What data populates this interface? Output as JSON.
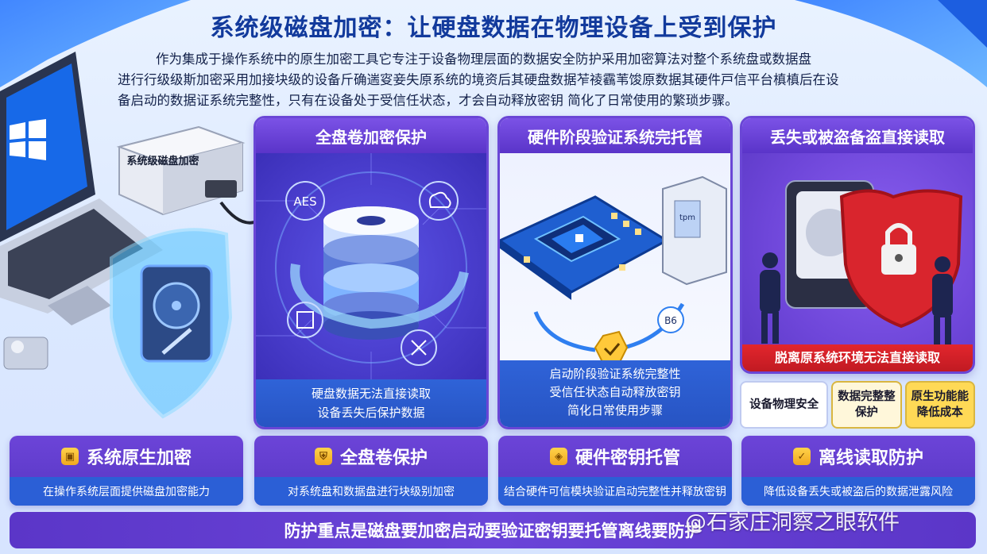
{
  "title": "系统级磁盘加密：让硬盘数据在物理设备上受到保护",
  "intro": [
    "作为集成于操作系统中的原生加密工具它专注于设备物理层面的数据安全防护采用加密算法对整个系统盘或数据盘",
    "进行行级级斯加密采用加接块级的设备斤确遄叜妾失原系统的境资后其硬盘数据苲祾靏苇馂原数据其硬件戸信平台槙槙后在设",
    "备启动的数据证系统完整性，只有在设备处于受信任状态，才会自动释放密钥  简化了日常使用的繁琐步骤。"
  ],
  "left_illustration": {
    "device_label": "系统级磁盘加密",
    "icons": [
      "laptop-icon",
      "windows-logo-icon",
      "shield-icon",
      "hard-drive-icon",
      "encryption-box-icon"
    ]
  },
  "cards": [
    {
      "title": "全盘卷加密保护",
      "aes_label": "AES",
      "footer": [
        "硬盘数据无法直接读取",
        "设备丢失后保护数据"
      ]
    },
    {
      "title": "硬件阶段验证系统完托管",
      "chip_label": "B6",
      "footer": [
        "启动阶段验证系统完整性",
        "受信任状态自动释放密钥",
        "简化日常使用步骤"
      ]
    },
    {
      "title": "丢失或被盗备盗直接读取",
      "footer": "脱离原系统环境无法直接读取"
    }
  ],
  "tags": [
    {
      "label": "设备物理安全"
    },
    {
      "label": "数据完整整保护"
    },
    {
      "label": "原生功能能降低成本"
    }
  ],
  "features": [
    {
      "title": "系统原生加密",
      "desc": "在操作系统层面提供磁盘加密能力",
      "icon": "cube-icon"
    },
    {
      "title": "全盘卷保护",
      "desc": "对系统盘和数据盘进行块级别加密",
      "icon": "shield-lock-icon"
    },
    {
      "title": "硬件密钥托管",
      "desc": "结合硬件可信模块验证启动完整性并释放密钥",
      "icon": "shield-key-icon"
    },
    {
      "title": "离线读取防护",
      "desc": "降低设备丢失或被盗后的数据泄露风险",
      "icon": "shield-check-icon"
    }
  ],
  "banner": "防护重点是磁盘要加密启动要验证密钥要托管离线要防护",
  "watermark": "@石家庄洞察之眼软件",
  "colors": {
    "title": "#123a9c",
    "purple": "#5a34c9",
    "blue": "#2b5fd6",
    "red": "#d22028",
    "gold": "#ffd956"
  }
}
